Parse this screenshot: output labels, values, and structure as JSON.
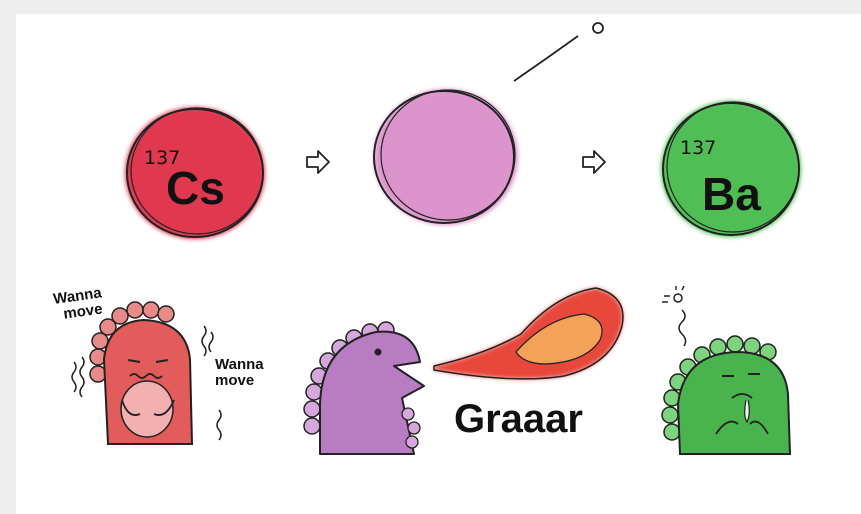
{
  "diagram": {
    "cs_mass": "137",
    "cs_symbol": "Cs",
    "ba_mass": "137",
    "ba_symbol": "Ba",
    "wanna_move_1": "Wanna move",
    "wanna_move_2": "Wanna move",
    "graaar": "Graaar"
  },
  "colors": {
    "cesium": "#e0394f",
    "excited": "#d98ac7",
    "barium": "#4fbf55",
    "dino_red": "#e25c5c",
    "dino_purple": "#b77cc2",
    "dino_green": "#49b34d",
    "fire_outer": "#e8473a",
    "fire_inner": "#f4a25a"
  }
}
